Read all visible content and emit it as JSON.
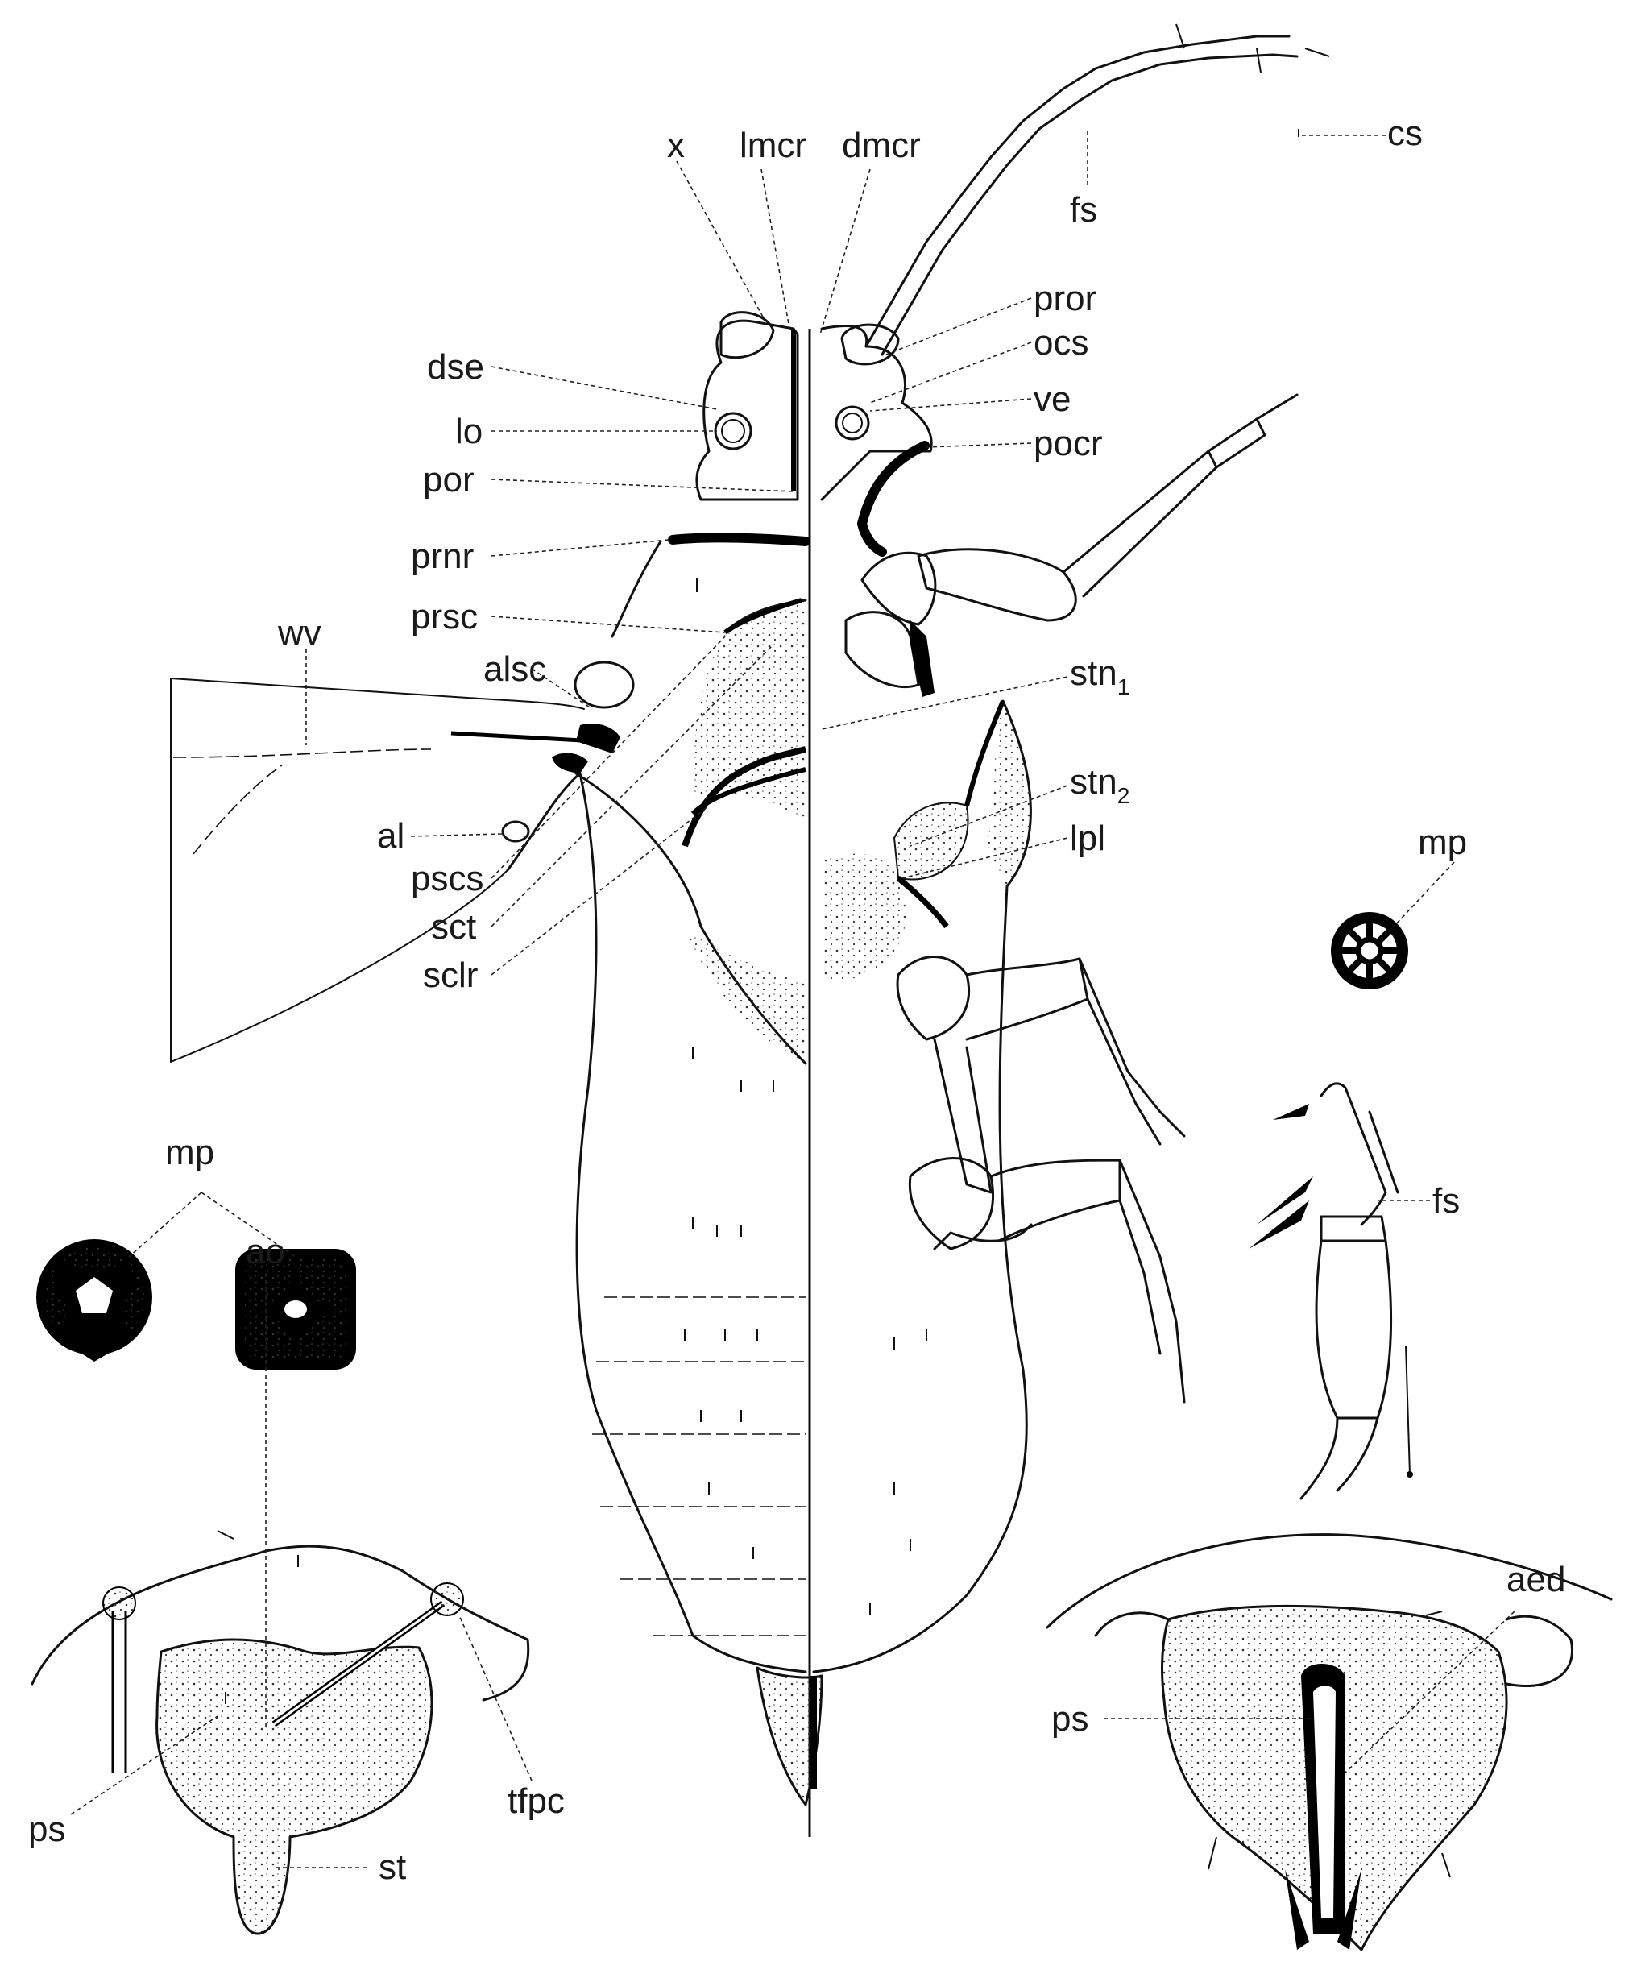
{
  "labels": {
    "x": "x",
    "lmcr": "lmcr",
    "dmcr": "dmcr",
    "cs": "cs",
    "fs_antenna": "fs",
    "pror": "pror",
    "ocs": "ocs",
    "ve": "ve",
    "pocr": "pocr",
    "dse": "dse",
    "lo": "lo",
    "por": "por",
    "prnr": "prnr",
    "prsc": "prsc",
    "wv": "wv",
    "alsc": "alsc",
    "al": "al",
    "pscs": "pscs",
    "sct": "sct",
    "sclr": "sclr",
    "stn1_base": "stn",
    "stn1_sub": "1",
    "stn2_base": "stn",
    "stn2_sub": "2",
    "lpl": "lpl",
    "mp_right": "mp",
    "mp_left": "mp",
    "fs_leg": "fs",
    "ao": "ao",
    "tfpc": "tfpc",
    "ps_left": "ps",
    "st": "st",
    "aed": "aed",
    "ps_right": "ps"
  },
  "colors": {
    "ink": "#000000",
    "paper": "#ffffff"
  }
}
